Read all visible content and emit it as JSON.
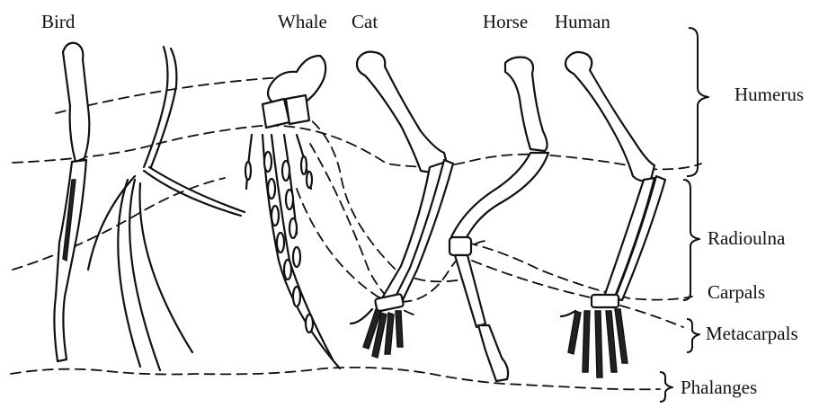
{
  "species": {
    "bird": "Bird",
    "whale": "Whale",
    "cat": "Cat",
    "horse": "Horse",
    "human": "Human"
  },
  "bones": {
    "humerus": "Humerus",
    "radioulna": "Radioulna",
    "carpals": "Carpals",
    "metacarpals": "Metacarpals",
    "phalanges": "Phalanges"
  }
}
